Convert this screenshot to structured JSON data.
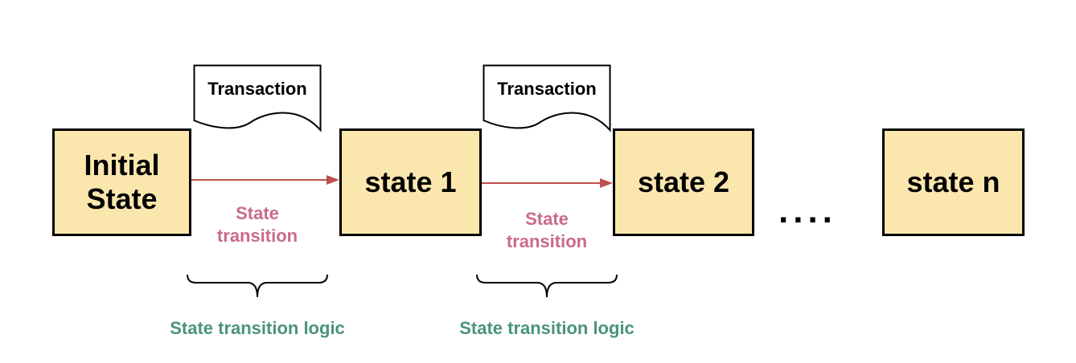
{
  "states": [
    {
      "line1": "Initial",
      "line2": "State"
    },
    {
      "label": "state 1"
    },
    {
      "label": "state 2"
    },
    {
      "label": "state n"
    }
  ],
  "transactions": [
    "Transaction",
    "Transaction"
  ],
  "transitions": [
    {
      "line1": "State",
      "line2": "transition"
    },
    {
      "line1": "State",
      "line2": "transition"
    }
  ],
  "logic": [
    "State transition logic",
    "State transition logic"
  ],
  "ellipsis": "....",
  "colors": {
    "state_fill": "#fbe7ae",
    "arrow": "#c0504d",
    "transition_text": "#c96b87",
    "logic_text": "#4a9478"
  }
}
